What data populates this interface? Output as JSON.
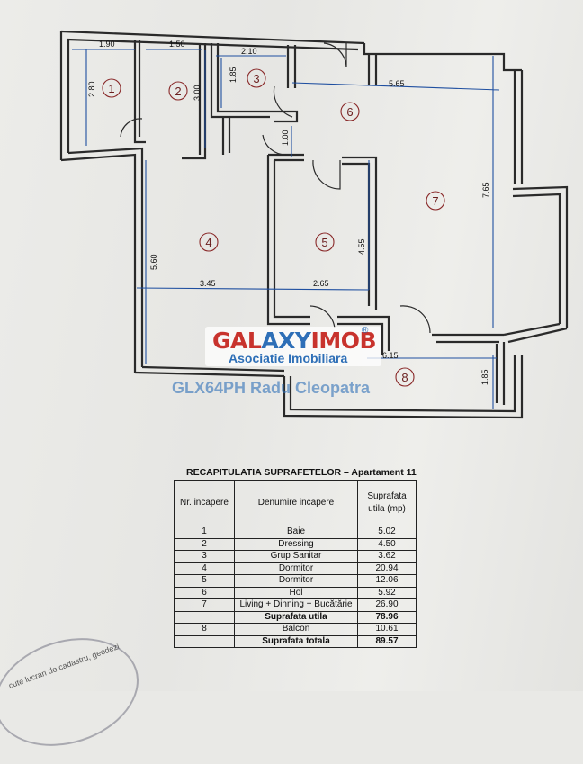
{
  "rooms": [
    {
      "num": "1"
    },
    {
      "num": "2"
    },
    {
      "num": "3"
    },
    {
      "num": "4"
    },
    {
      "num": "5"
    },
    {
      "num": "6"
    },
    {
      "num": "7"
    },
    {
      "num": "8"
    }
  ],
  "dimensions": [
    "1.90",
    "2.80",
    "1.50",
    "3.00",
    "2.10",
    "1.85",
    "5.65",
    "1.00",
    "3.45",
    "2.65",
    "5.60",
    "4.55",
    "7.65",
    "6.15",
    "1.85"
  ],
  "watermark": {
    "brand_a": "GAL",
    "brand_b": "AXY",
    "brand_c": "IMOB",
    "reg": "®",
    "subtitle": "Asociatie Imobiliara",
    "code": "GLX64PH Radu Cleopatra"
  },
  "table": {
    "title": "RECAPITULATIA SUPRAFETELOR – Apartament 11",
    "headers": {
      "nr": "Nr. incapere",
      "name": "Denumire incapere",
      "area": "Suprafata utila (mp)"
    },
    "rows": [
      {
        "nr": "1",
        "name": "Baie",
        "area": "5.02"
      },
      {
        "nr": "2",
        "name": "Dressing",
        "area": "4.50"
      },
      {
        "nr": "3",
        "name": "Grup Sanitar",
        "area": "3.62"
      },
      {
        "nr": "4",
        "name": "Dormitor",
        "area": "20.94"
      },
      {
        "nr": "5",
        "name": "Dormitor",
        "area": "12.06"
      },
      {
        "nr": "6",
        "name": "Hol",
        "area": "5.92"
      },
      {
        "nr": "7",
        "name": "Living + Dinning + Bucătărie",
        "area": "26.90"
      }
    ],
    "useful_label": "Suprafata utila",
    "useful_value": "78.96",
    "balcony": {
      "nr": "8",
      "name": "Balcon",
      "area": "10.61"
    },
    "total_label": "Suprafata totala",
    "total_value": "89.57"
  },
  "stamp": {
    "text": "cute lucrari de cadastru, geodezi"
  }
}
